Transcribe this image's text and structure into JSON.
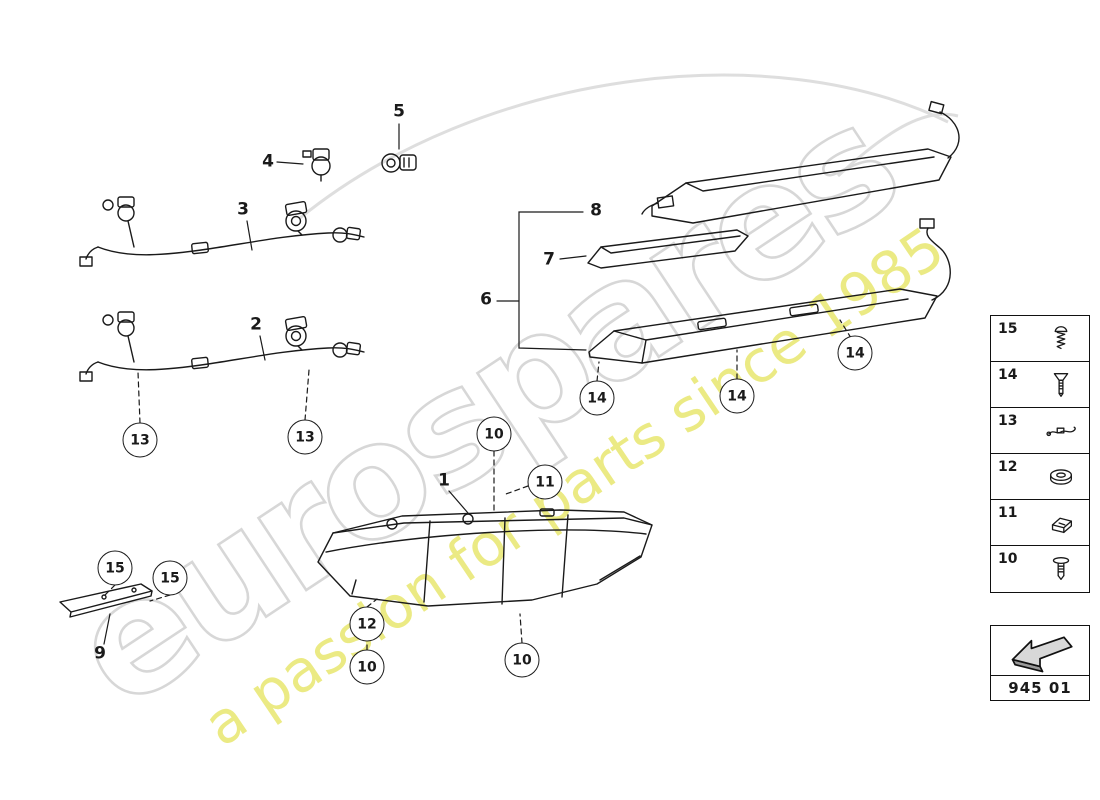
{
  "watermark": {
    "brand": "eurospares",
    "tagline": "a passion for parts since 1985"
  },
  "callouts": {
    "plain": [
      {
        "label": "5"
      },
      {
        "label": "4"
      },
      {
        "label": "3"
      },
      {
        "label": "2"
      },
      {
        "label": "8"
      },
      {
        "label": "7"
      },
      {
        "label": "6"
      },
      {
        "label": "1"
      },
      {
        "label": "9"
      }
    ],
    "circled": [
      {
        "label": "13"
      },
      {
        "label": "13"
      },
      {
        "label": "15"
      },
      {
        "label": "15"
      },
      {
        "label": "12"
      },
      {
        "label": "10"
      },
      {
        "label": "10"
      },
      {
        "label": "10"
      },
      {
        "label": "11"
      },
      {
        "label": "14"
      },
      {
        "label": "14"
      },
      {
        "label": "14"
      }
    ]
  },
  "legend": {
    "rows": [
      {
        "label": "15",
        "icon": "pan-head-screw-icon"
      },
      {
        "label": "14",
        "icon": "countersunk-screw-icon"
      },
      {
        "label": "13",
        "icon": "cable-tie-icon"
      },
      {
        "label": "12",
        "icon": "washer-icon"
      },
      {
        "label": "11",
        "icon": "clip-nut-icon"
      },
      {
        "label": "10",
        "icon": "push-rivet-icon"
      }
    ]
  },
  "part_code": {
    "label": "945 01"
  },
  "colors": {
    "line": "#1a1a1a",
    "watermark_gray": "#d7d7d7",
    "watermark_yellow": "#e8e76f"
  }
}
